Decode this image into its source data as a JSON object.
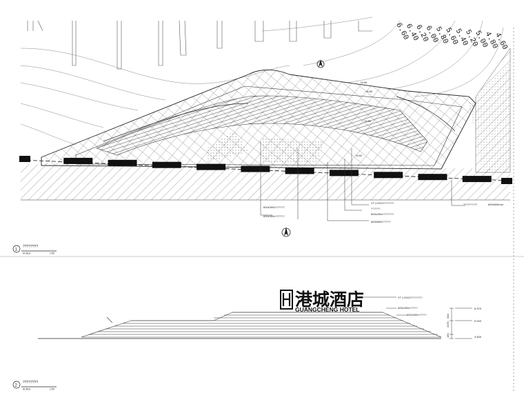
{
  "plan": {
    "contours": [
      "6.60",
      "6.40",
      "6.20",
      "6.00",
      "5.80",
      "5.60",
      "5.40",
      "5.20",
      "5.00",
      "4.80",
      "4.60"
    ],
    "callouts": [
      "600x300x??????",
      "600x300x??????",
      "600x250x???????",
      "600x600x?????",
      "??????",
      "YT LOGO???????",
      "?????????",
      "600x600mm"
    ],
    "levels": [
      "+6.50",
      "+6.50",
      "+6.50",
      "+6.62"
    ]
  },
  "section": {
    "sign_main": "港城酒店",
    "sign_sub": "GUANGCHENG HOTEL",
    "callouts": [
      "YT LOGO????????",
      "600x250x?????",
      "600x300x?????"
    ],
    "elevations": [
      "6.370",
      "5.920",
      "4.500"
    ],
    "dims": [
      "2070",
      "150",
      "300"
    ]
  },
  "titles": [
    {
      "num": "1",
      "name": "????????",
      "scale": "SCALE",
      "ratio": "1:50"
    },
    {
      "num": "2",
      "name": "????????",
      "scale": "SCALE",
      "ratio": "1:50"
    }
  ],
  "colors": {
    "line": "#333333",
    "fill": "#111111"
  }
}
